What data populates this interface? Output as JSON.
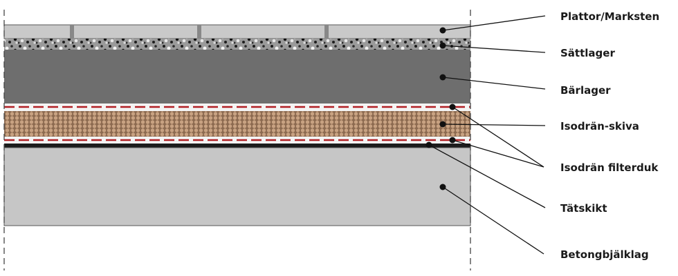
{
  "labels": {
    "plattor": "Plattor/Marksten",
    "sattlager": "Sättlager",
    "barlager": "Bärlager",
    "isodran_skiva": "Isodrän-skiva",
    "isodran_filterduk": "Isodrän filterduk",
    "tatskikt": "Tätskikt",
    "betongbjalklag": "Betongbjälklag"
  },
  "colors": {
    "tiles": "#c9c9c9",
    "bedding": "#8a8a8a",
    "base": "#6e6e6e",
    "board": "#a88466",
    "filter_dash": "#b01e23",
    "membrane": "#1c1c1c",
    "concrete": "#c6c6c6"
  }
}
